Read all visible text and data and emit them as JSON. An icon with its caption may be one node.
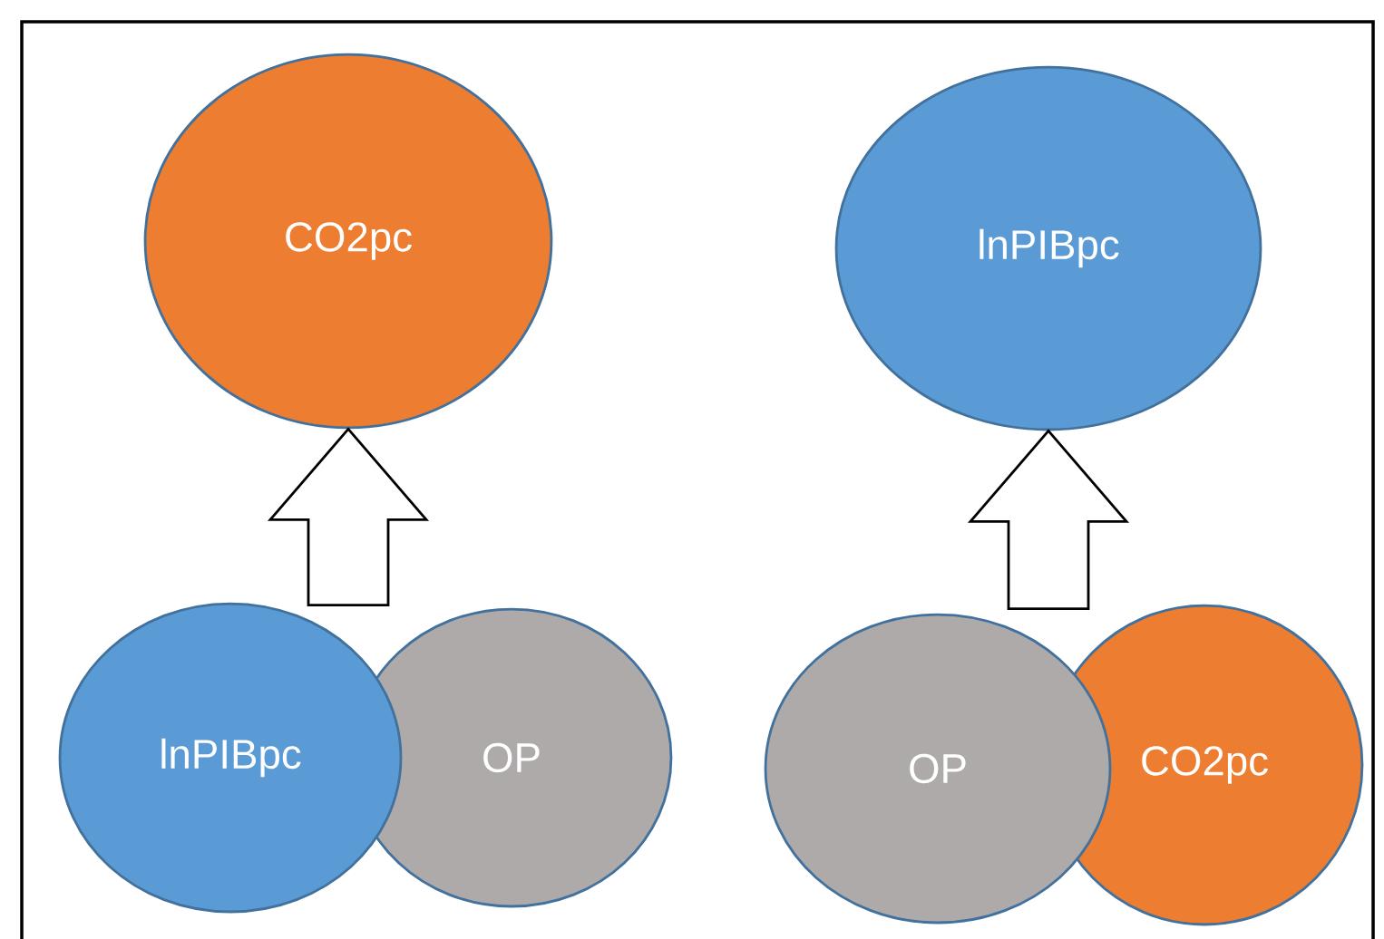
{
  "diagram": {
    "nodes": [
      {
        "text": [
          "CO2pc"
        ]
      },
      {
        "text": [
          "lnPIBpc"
        ]
      },
      {
        "text": [
          "OP"
        ]
      },
      {
        "text": [
          "lnPIBpc"
        ]
      },
      {
        "text": [
          "OP"
        ]
      },
      {
        "text": [
          "CO2pc"
        ]
      }
    ],
    "edges": [
      {
        "from": 1,
        "to": 0,
        "arrow": "to"
      },
      {
        "from": 2,
        "to": 0,
        "arrow": "to"
      },
      {
        "from": 4,
        "to": 3,
        "arrow": "to"
      },
      {
        "from": 5,
        "to": 3,
        "arrow": "to"
      }
    ]
  }
}
